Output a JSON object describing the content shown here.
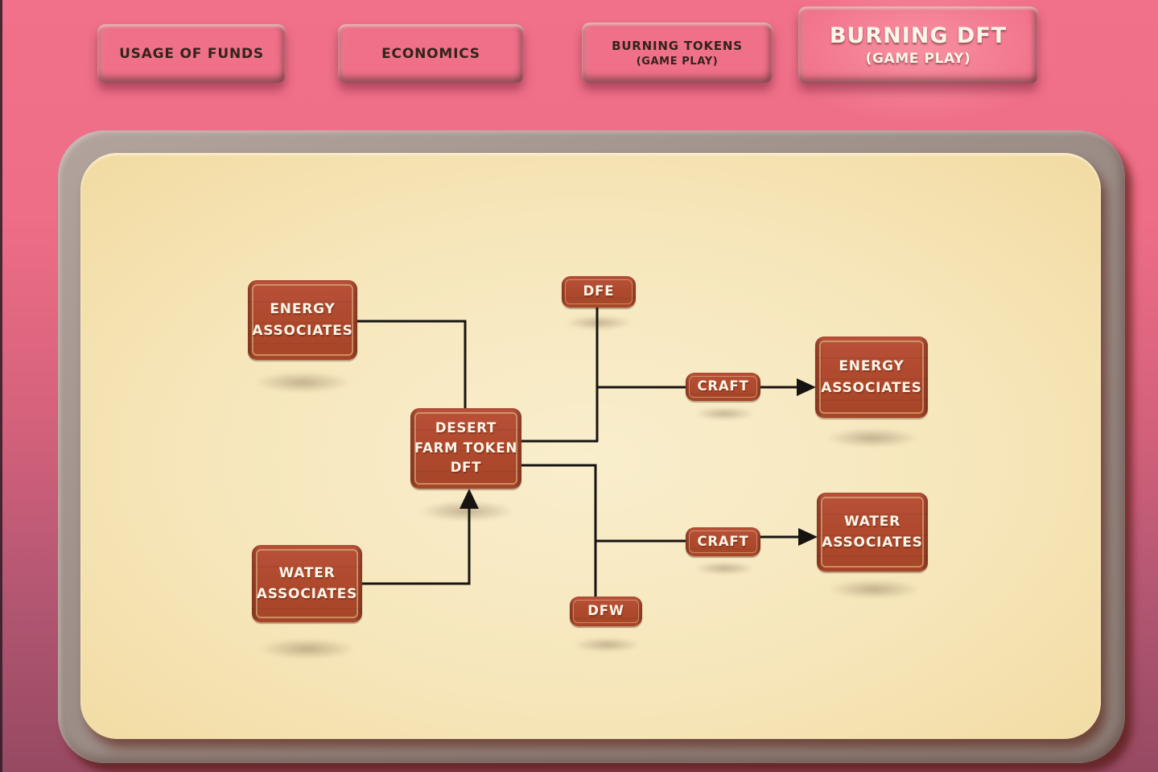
{
  "nav": {
    "tabs": [
      {
        "label": "USAGE OF FUNDS",
        "sublabel": "",
        "active": false
      },
      {
        "label": "ECONOMICS",
        "sublabel": "",
        "active": false
      },
      {
        "label": "BURNING TOKENS",
        "sublabel": "(GAME PLAY)",
        "active": false
      },
      {
        "label": "BURNING DFT",
        "sublabel": "(GAME PLAY)",
        "active": true
      }
    ]
  },
  "diagram": {
    "nodes": {
      "energy_left": {
        "lines": [
          "ENERGY",
          "ASSOCIATES"
        ]
      },
      "water_left": {
        "lines": [
          "WATER",
          "ASSOCIATES"
        ]
      },
      "dft": {
        "lines": [
          "DESERT",
          "FARM TOKEN",
          "DFT"
        ]
      },
      "dfe": {
        "label": "DFE"
      },
      "dfw": {
        "label": "DFW"
      },
      "craft_top": {
        "label": "CRAFT"
      },
      "craft_bottom": {
        "label": "CRAFT"
      },
      "energy_right": {
        "lines": [
          "ENERGY",
          "ASSOCIATES"
        ]
      },
      "water_right": {
        "lines": [
          "WATER",
          "ASSOCIATES"
        ]
      }
    },
    "edges": [
      {
        "from": "energy-associates-left",
        "to": "desert-farm-token-dft",
        "arrow": false
      },
      {
        "from": "water-associates-left",
        "to": "desert-farm-token-dft",
        "arrow": true
      },
      {
        "from": "dfe",
        "to": "desert-farm-token-dft",
        "arrow": false
      },
      {
        "from": "desert-farm-token-dft",
        "to": "craft-top",
        "arrow": false
      },
      {
        "from": "craft-top",
        "to": "energy-associates-right",
        "arrow": true
      },
      {
        "from": "desert-farm-token-dft",
        "to": "craft-bottom",
        "arrow": false
      },
      {
        "from": "dfw",
        "to": "desert-farm-token-dft",
        "arrow": false
      },
      {
        "from": "craft-bottom",
        "to": "water-associates-right",
        "arrow": true
      }
    ]
  },
  "colors": {
    "background_top": "#f1718a",
    "background_bottom": "#974962",
    "stone_tab": "#9d8e88",
    "tab_text": "#33231c",
    "active_tab_text": "#fcf6ea",
    "panel_frame": "#9d8e88",
    "panel_inner": "#f6e6ba",
    "sign_red": "#b04a2e",
    "sign_inner_border": "#ebc78c",
    "sign_text": "#fdf5e8",
    "edge_line": "#171310"
  }
}
